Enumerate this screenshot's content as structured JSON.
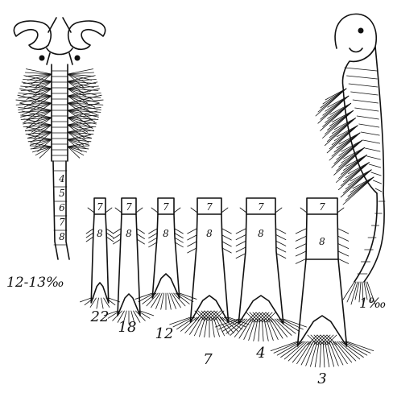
{
  "salinity_left": "12-13‰",
  "salinity_right": "1‰",
  "left_animal_segment_labels": [
    "4",
    "5",
    "6",
    "7",
    "8"
  ],
  "abdomen_variants": [
    {
      "seg_top": "7",
      "seg_bottom": "8",
      "salinity": "22"
    },
    {
      "seg_top": "7",
      "seg_bottom": "8",
      "salinity": "18"
    },
    {
      "seg_top": "7",
      "seg_bottom": "8",
      "salinity": "12"
    },
    {
      "seg_top": "7",
      "seg_bottom": "8",
      "salinity": "7"
    },
    {
      "seg_top": "7",
      "seg_bottom": "8",
      "salinity": "4"
    },
    {
      "seg_top": "7",
      "seg_bottom": "8",
      "salinity": "3"
    }
  ]
}
